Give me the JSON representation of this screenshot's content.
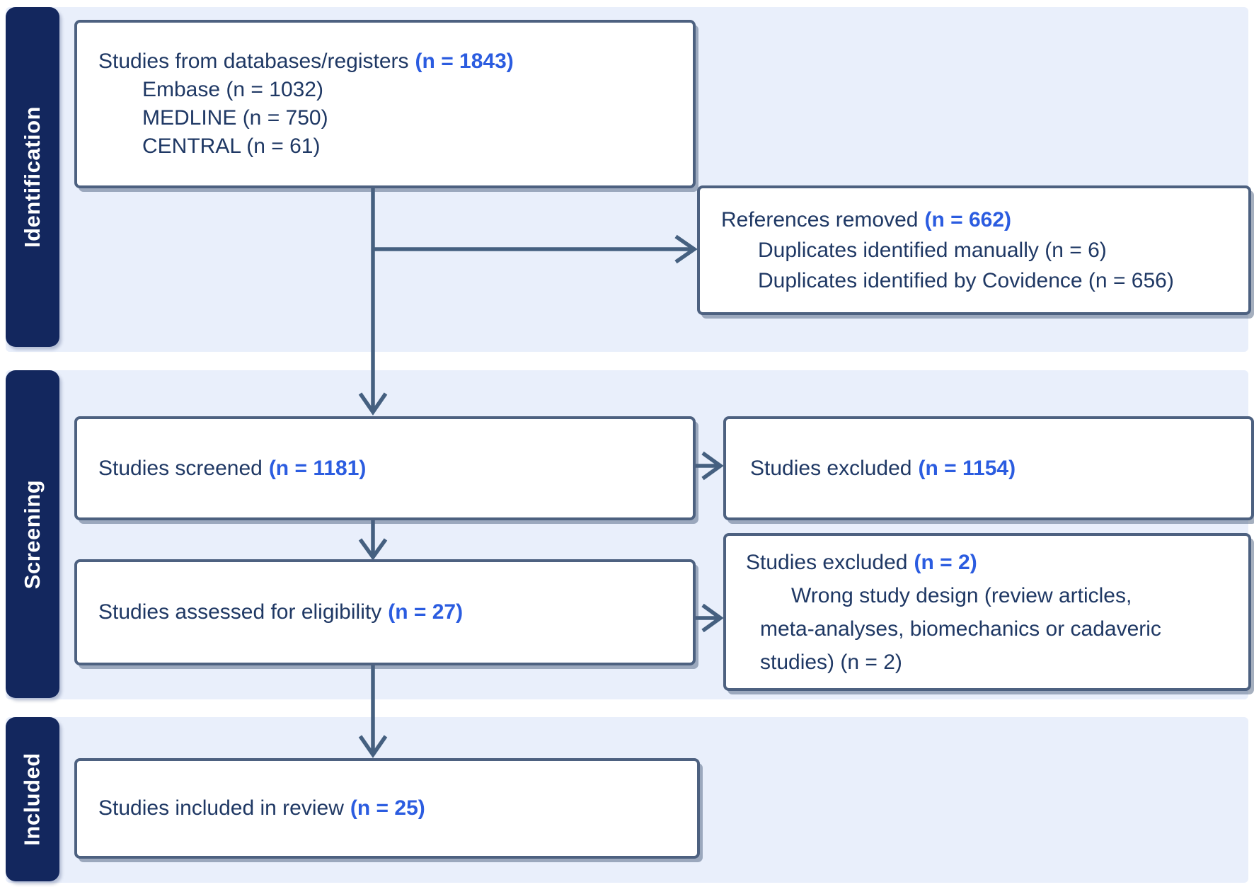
{
  "stages": [
    {
      "label": "Identification"
    },
    {
      "label": "Screening"
    },
    {
      "label": "Included"
    }
  ],
  "boxes": {
    "databases": {
      "text": "Studies from databases/registers",
      "count": "(n = 1843)",
      "items": [
        "Embase (n = 1032)",
        "MEDLINE (n = 750)",
        "CENTRAL (n = 61)"
      ]
    },
    "references_removed": {
      "text": "References removed",
      "count": "(n = 662)",
      "items": [
        "Duplicates identified manually (n = 6)",
        "Duplicates identified by Covidence (n = 656)"
      ]
    },
    "screened": {
      "text": "Studies screened",
      "count": "(n = 1181)"
    },
    "excluded_screening": {
      "text": "Studies excluded",
      "count": "(n = 1154)"
    },
    "assessed": {
      "text": "Studies assessed for eligibility",
      "count": "(n = 27)"
    },
    "excluded_eligibility": {
      "text": "Studies excluded",
      "count": "(n = 2)",
      "items": [
        "Wrong study design (review articles,",
        "meta-analyses, biomechanics or cadaveric",
        "studies) (n = 2)"
      ]
    },
    "included": {
      "text": "Studies included in review",
      "count": "(n = 25)"
    }
  },
  "colors": {
    "stage_band_navy": "#13275e",
    "section_background": "#e9effb",
    "box_border": "#4d6180",
    "arrow": "#456080",
    "text_dark": "#1f3864",
    "count_blue": "#2b5ce0"
  }
}
